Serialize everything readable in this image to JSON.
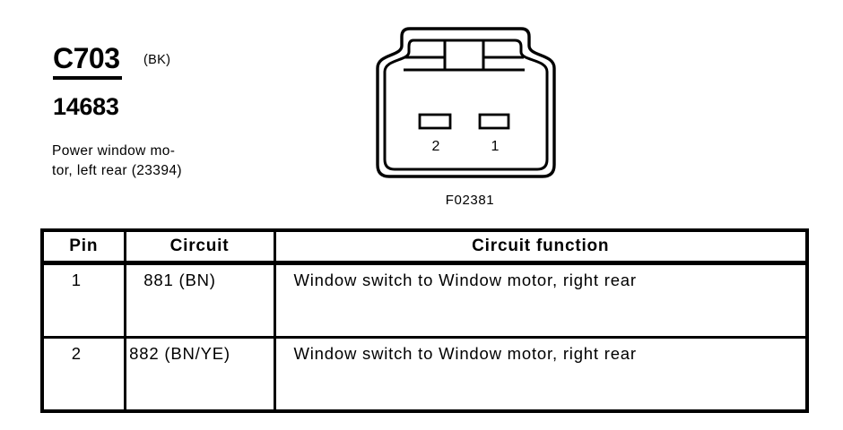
{
  "page": {
    "connector_id": "C703",
    "connector_color_code": "(BK)",
    "part_number": "14683",
    "description": "Power window mo-\ntor, left rear (23394)",
    "figure_label": "F02381"
  },
  "connector": {
    "pin_labels": [
      "2",
      "1"
    ]
  },
  "table": {
    "headers": [
      "Pin",
      "Circuit",
      "Circuit function"
    ],
    "rows": [
      {
        "pin": "1",
        "circuit": "881 (BN)",
        "function": "Window switch to Window motor, right rear"
      },
      {
        "pin": "2",
        "circuit": "882 (BN/YE)",
        "function": "Window switch to Window motor, right rear"
      }
    ]
  },
  "colors": {
    "ink": "#000000",
    "paper": "#ffffff"
  }
}
